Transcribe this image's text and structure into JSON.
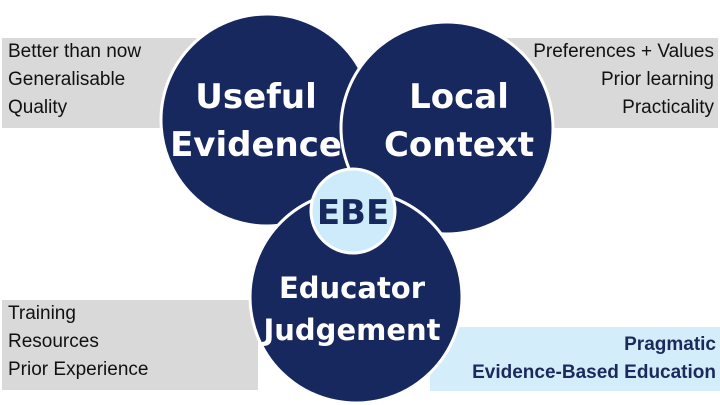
{
  "boxes": {
    "top_left": [
      "Better than now",
      "Generalisable",
      "Quality"
    ],
    "top_right": [
      "Preferences + Values",
      "Prior learning",
      "Practicality"
    ],
    "bottom_left": [
      "Training",
      "Resources",
      "Prior Experience"
    ],
    "bottom_right": [
      "Pragmatic",
      "Evidence-Based Education"
    ]
  },
  "circles": {
    "useful_evidence": [
      "Useful",
      "Evidence"
    ],
    "local_context": [
      "Local",
      "Context"
    ],
    "educator_judgement": [
      "Educator",
      "Judgement"
    ],
    "center": "EBE"
  },
  "colors": {
    "circle_fill": "#17285f",
    "circle_stroke": "#ffffff",
    "center_fill": "#cdebfb",
    "center_text": "#17285f",
    "box_grey": "#d9d9d9",
    "box_blue": "#d4edfa"
  }
}
